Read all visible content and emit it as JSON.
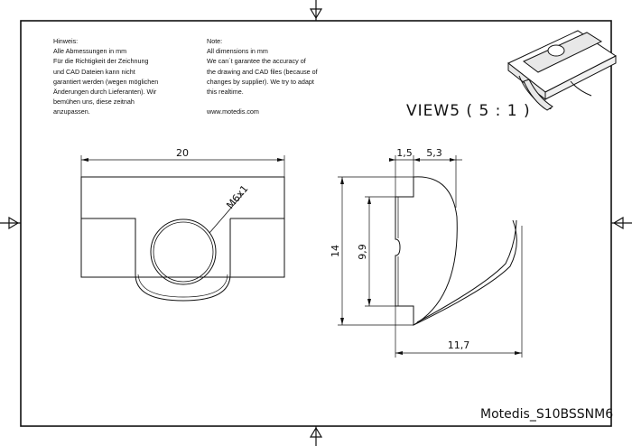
{
  "notes": {
    "de": {
      "lines": [
        "Hinweis:",
        "Alle Abmessungen in mm",
        "Für die Richtigkeit der Zeichnung",
        "und CAD Dateien kann nicht",
        "garantiert werden (wegen möglichen",
        "Änderungen durch Lieferanten). Wir",
        "bemühen uns, diese zeitnah",
        "anzupassen."
      ]
    },
    "en": {
      "lines": [
        "Note:",
        "All dimensions in mm",
        "We can´t garantee the accuracy of",
        "the drawing and CAD files (because of",
        "changes by supplier). We try to adapt",
        "this realtime.",
        "",
        "www.motedis.com"
      ]
    }
  },
  "view_title": "VIEW5 ( 5 : 1 )",
  "part_id": "Motedis_S10BSSNM6",
  "dimensions": {
    "front_width": "20",
    "thread": "M6x1",
    "side_offset": "1,5",
    "side_depth": "5,3",
    "side_height": "14",
    "side_inner_height": "9,9",
    "side_length": "11,7"
  },
  "colors": {
    "line": "#111111",
    "shade": "#e8e8e8"
  }
}
